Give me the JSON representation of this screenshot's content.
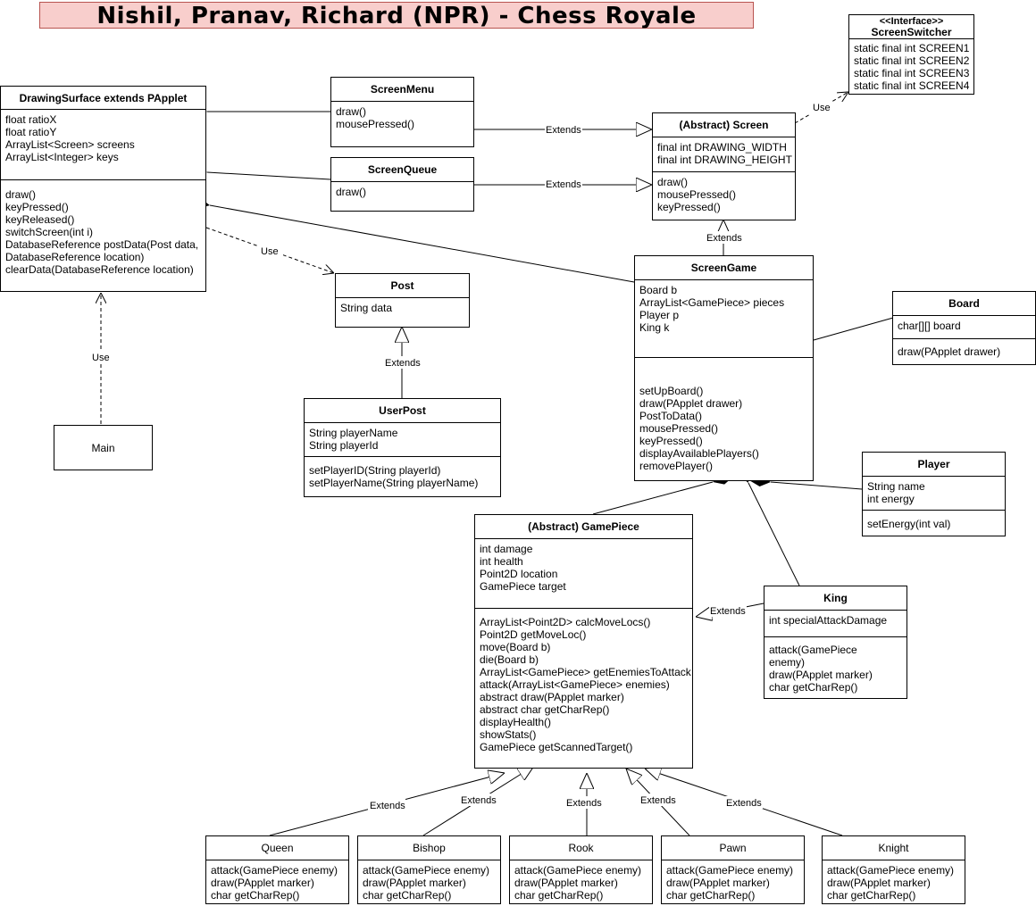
{
  "title": "Nishil, Pranav, Richard (NPR) - Chess Royale",
  "edge_labels": {
    "use": "Use",
    "extends": "Extends"
  },
  "classes": {
    "screen_switcher": {
      "stereotype": "<<Interface>>",
      "name": "ScreenSwitcher",
      "attributes": [
        "static final int SCREEN1",
        "static final int SCREEN2",
        "static final int SCREEN3",
        "static final int SCREEN4"
      ]
    },
    "drawing_surface": {
      "name": "DrawingSurface extends PApplet",
      "attributes": [
        "float ratioX",
        "float ratioY",
        "ArrayList<Screen> screens",
        "ArrayList<Integer> keys"
      ],
      "methods": [
        "draw()",
        "keyPressed()",
        "keyReleased()",
        "switchScreen(int i)",
        "DatabaseReference postData(Post data,",
        "DatabaseReference location)",
        "clearData(DatabaseReference location)"
      ]
    },
    "screen_menu": {
      "name": "ScreenMenu",
      "methods": [
        "draw()",
        "mousePressed()"
      ]
    },
    "screen_queue": {
      "name": "ScreenQueue",
      "methods": [
        "draw()"
      ]
    },
    "screen": {
      "name": "(Abstract) Screen",
      "attributes": [
        "final int DRAWING_WIDTH",
        "final int DRAWING_HEIGHT"
      ],
      "methods": [
        "draw()",
        "mousePressed()",
        "keyPressed()"
      ]
    },
    "screen_game": {
      "name": "ScreenGame",
      "attributes": [
        "Board b",
        "ArrayList<GamePiece> pieces",
        "Player p",
        "King k"
      ],
      "methods": [
        "setUpBoard()",
        "draw(PApplet drawer)",
        "PostToData()",
        "mousePressed()",
        "keyPressed()",
        "displayAvailablePlayers()",
        "removePlayer()"
      ]
    },
    "board": {
      "name": "Board",
      "attributes": [
        "char[][] board"
      ],
      "methods": [
        "draw(PApplet drawer)"
      ]
    },
    "post": {
      "name": "Post",
      "attributes": [
        "String data"
      ]
    },
    "user_post": {
      "name": "UserPost",
      "attributes": [
        "String playerName",
        "String playerId"
      ],
      "methods": [
        "setPlayerID(String playerId)",
        "setPlayerName(String playerName)"
      ]
    },
    "main": {
      "name": "Main"
    },
    "player": {
      "name": "Player",
      "attributes": [
        "String name",
        "int energy"
      ],
      "methods": [
        "setEnergy(int val)"
      ]
    },
    "game_piece": {
      "name": "(Abstract) GamePiece",
      "attributes": [
        "int damage",
        "int health",
        "Point2D location",
        "GamePiece target"
      ],
      "methods": [
        "ArrayList<Point2D> calcMoveLocs()",
        "Point2D getMoveLoc()",
        "move(Board b)",
        "die(Board b)",
        "ArrayList<GamePiece> getEnemiesToAttack",
        "attack(ArrayList<GamePiece> enemies)",
        "abstract draw(PApplet marker)",
        "abstract char getCharRep()",
        "displayHealth()",
        "showStats()",
        "GamePiece getScannedTarget()"
      ]
    },
    "king": {
      "name": "King",
      "attributes": [
        "int specialAttackDamage"
      ],
      "methods": [
        "attack(GamePiece enemy)",
        "draw(PApplet marker)",
        "char getCharRep()"
      ]
    },
    "queen": {
      "name": "Queen",
      "methods": [
        "attack(GamePiece enemy)",
        "draw(PApplet marker)",
        "char getCharRep()"
      ]
    },
    "bishop": {
      "name": "Bishop",
      "methods": [
        "attack(GamePiece enemy)",
        "draw(PApplet marker)",
        "char getCharRep()"
      ]
    },
    "rook": {
      "name": "Rook",
      "methods": [
        "attack(GamePiece enemy)",
        "draw(PApplet marker)",
        "char getCharRep()"
      ]
    },
    "pawn": {
      "name": "Pawn",
      "methods": [
        "attack(GamePiece enemy)",
        "draw(PApplet marker)",
        "char getCharRep()"
      ]
    },
    "knight": {
      "name": "Knight",
      "methods": [
        "attack(GamePiece enemy)",
        "draw(PApplet marker)",
        "char getCharRep()"
      ]
    }
  }
}
